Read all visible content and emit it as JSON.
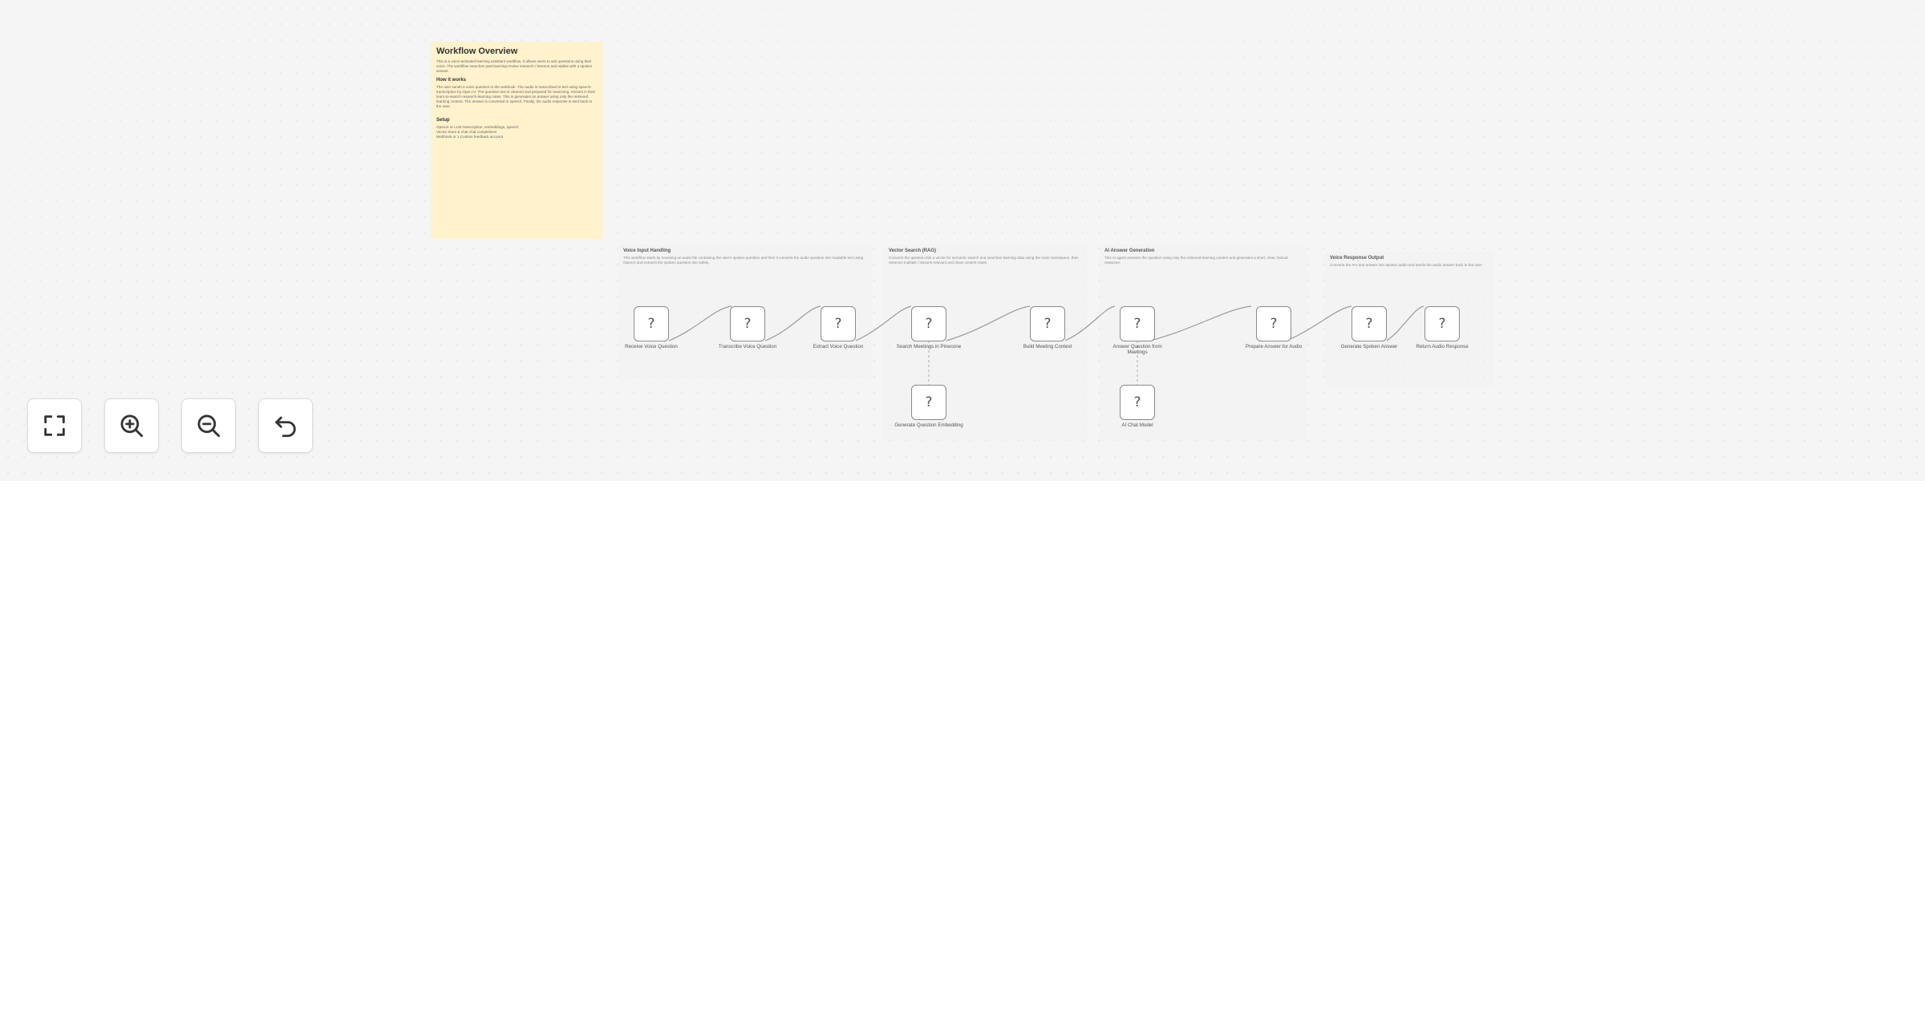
{
  "sticky": {
    "title": "Workflow Overview",
    "intro": "This is a voice-activated learning assistant workflow. It allows users to ask questions using their voice. The workflow searches past learning-review research / lessons and replies with a spoken answer.",
    "how_heading": "How it works",
    "how_text": "The user sends a voice question to the webhook. The audio is transcribed to text using speech-transcription by Open AI. The question text is cleaned and prepared for searching. Vectors in their learn-to-search research-learning notes. This is generates an answer using only the retrieved learning content. The answer is converted to speech. Finally, the audio response is sent back to the user.",
    "setup_heading": "Setup",
    "setup_lines": [
      "OpenAI or LLM transcription, embeddings, speech",
      "Vector Store & chat chat completions",
      "Webhook or 1 Custom feedback account"
    ]
  },
  "groups": [
    {
      "title": "Voice Input Handling",
      "desc": "This workflow starts by receiving an audio file containing the user's spoken question and then it converts the audio question into readable text using OpenAI and extracts the spoken question into safely."
    },
    {
      "title": "Vector Search (RAG)",
      "desc": "Converts the question into a vector for semantic search and searches learning data using the main namespace, then retrieves multiple / lessons-relevant and clean content notes."
    },
    {
      "title": "AI Answer Generation",
      "desc": "This AI agent answers the question using only the retrieved learning content and generates a short, clear, factual response."
    },
    {
      "title": "Voice Response Output",
      "desc": "Converts the AI's text answer into spoken audio and sends the audio answer back to the user."
    }
  ],
  "nodes": [
    {
      "icon": "?",
      "label": "Receive Voice Question"
    },
    {
      "icon": "?",
      "label": "Transcribe Voice Question"
    },
    {
      "icon": "?",
      "label": "Extract Voice Question"
    },
    {
      "icon": "?",
      "label": "Search Meetings in Pinecone"
    },
    {
      "icon": "?",
      "label": "Build Meeting Context"
    },
    {
      "icon": "?",
      "label": "Answer Question from Meetings"
    },
    {
      "icon": "?",
      "label": "Prepare Answer for Audio"
    },
    {
      "icon": "?",
      "label": "Generate Spoken Answer"
    },
    {
      "icon": "?",
      "label": "Return Audio Response"
    },
    {
      "icon": "?",
      "label": "Generate Question Embedding"
    },
    {
      "icon": "?",
      "label": "AI Chat Model"
    }
  ],
  "controls": [
    {
      "icon": "fit-view-icon"
    },
    {
      "icon": "zoom-in-icon"
    },
    {
      "icon": "zoom-out-icon"
    },
    {
      "icon": "undo-icon"
    }
  ],
  "colors": {
    "canvas": "#f5f5f5",
    "sticky": "#fff2cc",
    "node_border": "#8a8a8a",
    "wire": "#9a9a9a"
  }
}
